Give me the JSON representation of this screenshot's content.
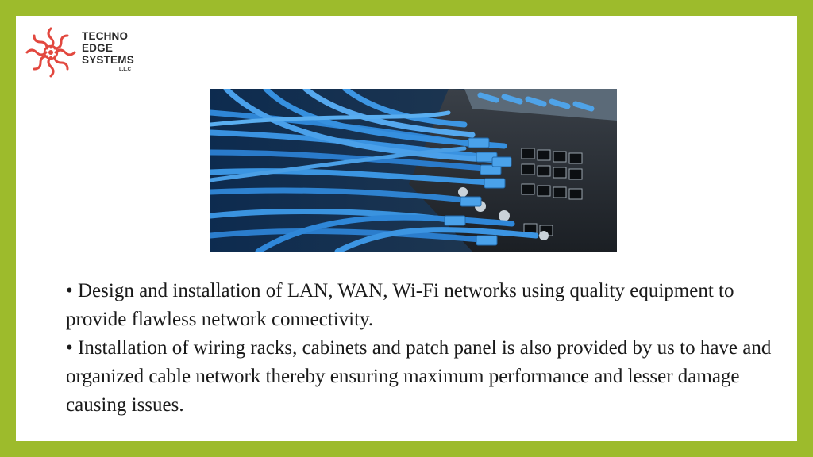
{
  "brand": {
    "name_lines": [
      "TECHNO",
      "EDGE",
      "SYSTEMS"
    ],
    "suffix": "L.L.C",
    "logo_color": "#e2483f"
  },
  "colors": {
    "frame": "#9dbb2c",
    "background": "#ffffff",
    "cable": "#2e7fd3"
  },
  "image": {
    "subject": "network-switch-with-blue-patch-cables"
  },
  "bullets": [
    "• Design and installation of LAN, WAN, Wi-Fi networks using quality equipment to provide flawless network connectivity.",
    "• Installation of wiring racks, cabinets and patch panel is also provided by us to have and organized cable network thereby ensuring maximum performance and lesser damage causing issues."
  ]
}
